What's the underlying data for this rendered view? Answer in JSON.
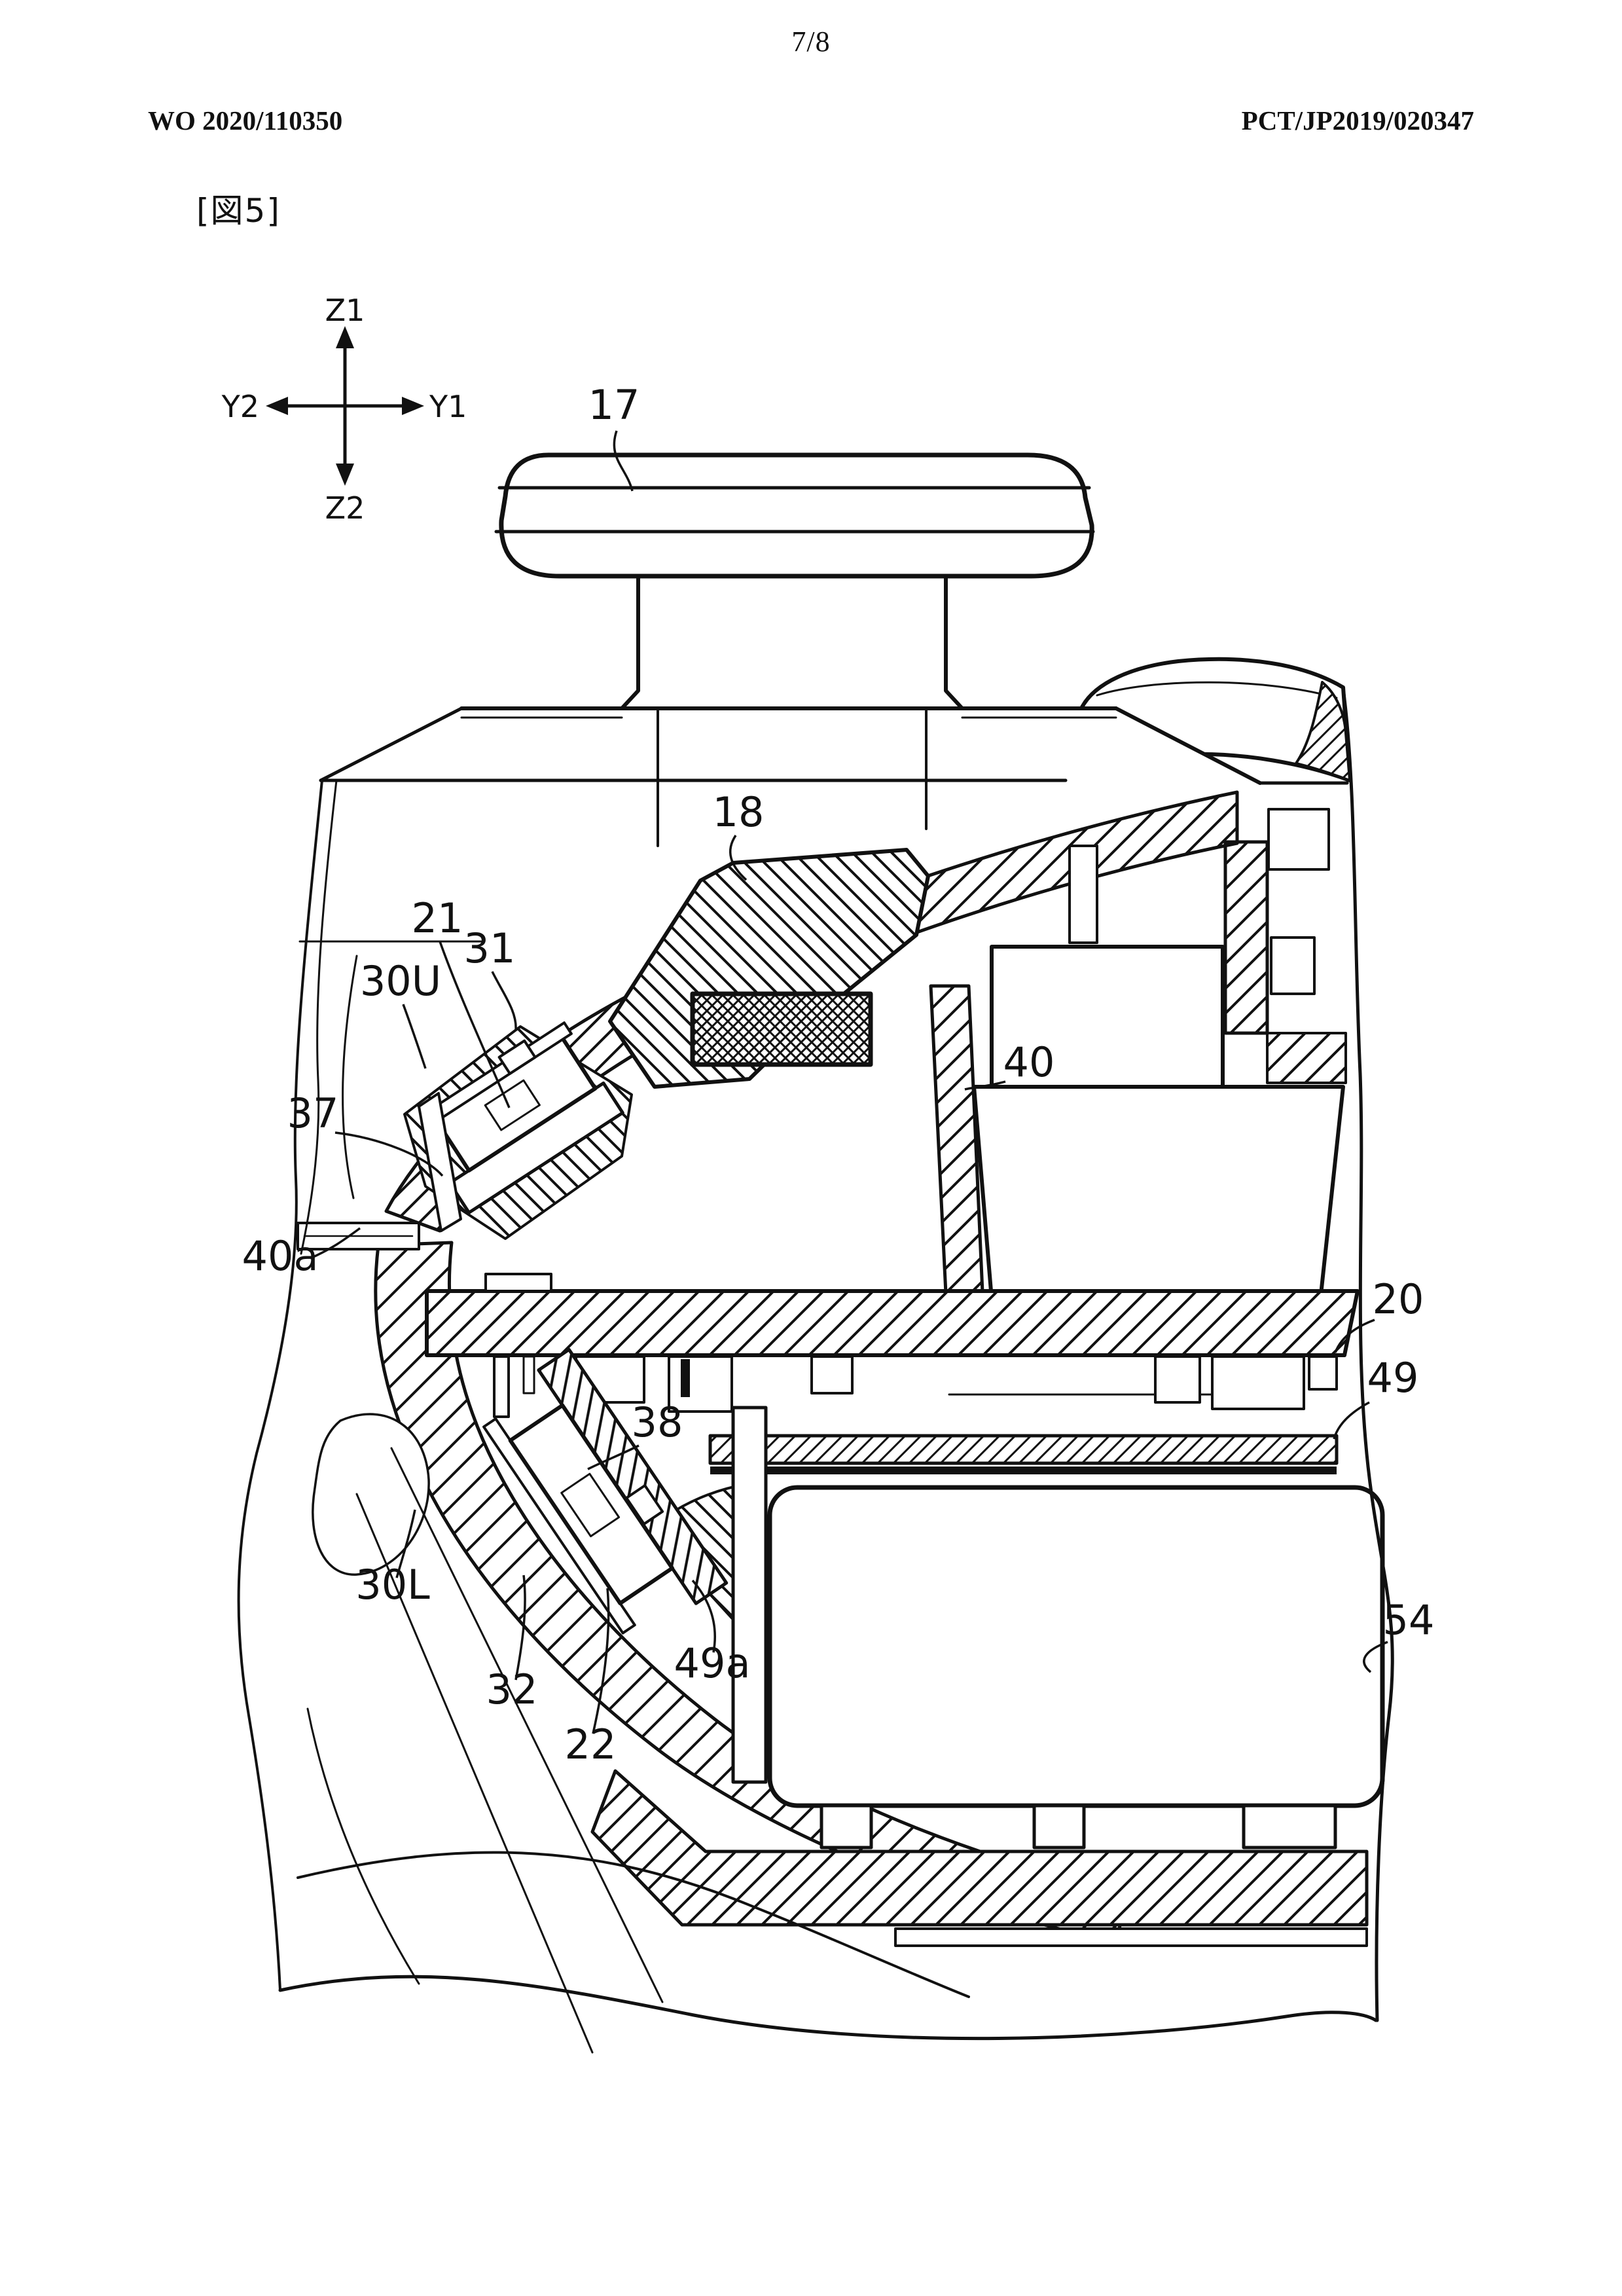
{
  "page": {
    "page_number": "7/8",
    "publication_number": "WO 2020/110350",
    "application_number": "PCT/JP2019/020347",
    "figure_tag": "[図5]"
  },
  "axis": {
    "up": "Z1",
    "down": "Z2",
    "left": "Y2",
    "right": "Y1"
  },
  "figure": {
    "labels": {
      "l17": "17",
      "l18": "18",
      "l21": "21",
      "l31": "31",
      "l30u": "30U",
      "l37": "37",
      "l40": "40",
      "l40a": "40a",
      "l20": "20",
      "l49": "49",
      "l38": "38",
      "l30l": "30L",
      "l32": "32",
      "l22": "22",
      "l49a": "49a",
      "l54": "54"
    }
  }
}
